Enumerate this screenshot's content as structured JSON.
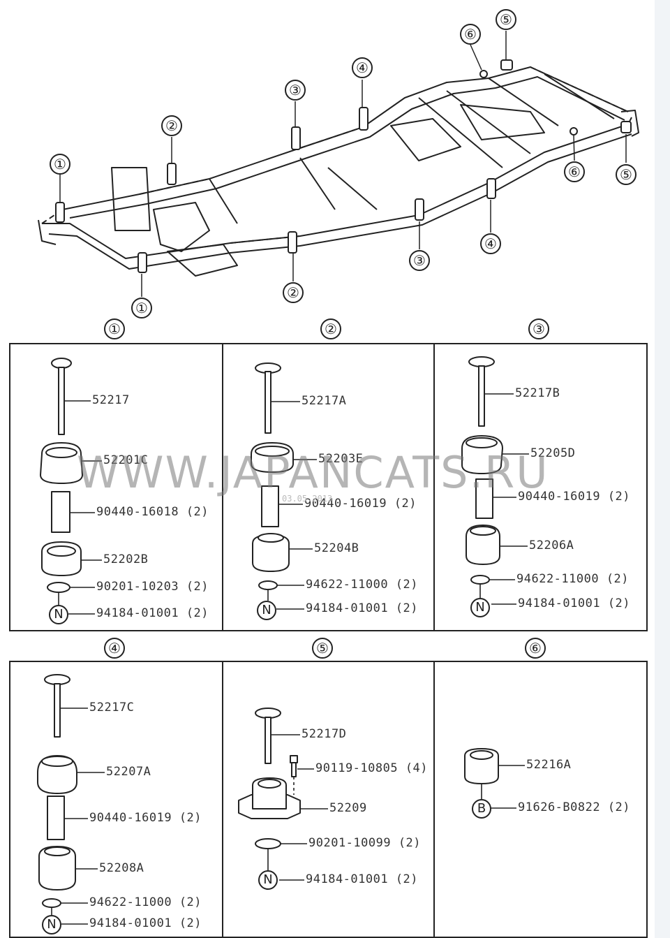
{
  "watermark": "WWW.JAPANCATS.RU",
  "watermark_small": "03.05.2013",
  "frame_callouts": [
    {
      "num": "①",
      "id": "1a"
    },
    {
      "num": "①",
      "id": "1b"
    },
    {
      "num": "②",
      "id": "2a"
    },
    {
      "num": "②",
      "id": "2b"
    },
    {
      "num": "③",
      "id": "3a"
    },
    {
      "num": "③",
      "id": "3b"
    },
    {
      "num": "④",
      "id": "4a"
    },
    {
      "num": "④",
      "id": "4b"
    },
    {
      "num": "⑤",
      "id": "5a"
    },
    {
      "num": "⑤",
      "id": "5b"
    },
    {
      "num": "⑥",
      "id": "6a"
    },
    {
      "num": "⑥",
      "id": "6b"
    }
  ],
  "panels": [
    {
      "number": "①",
      "parts": [
        "52217",
        "52201C",
        "90440-16018 (2)",
        "52202B",
        "90201-10203 (2)",
        "94184-01001 (2)"
      ],
      "letter": "N"
    },
    {
      "number": "②",
      "parts": [
        "52217A",
        "52203E",
        "90440-16019 (2)",
        "52204B",
        "94622-11000 (2)",
        "94184-01001 (2)"
      ],
      "letter": "N"
    },
    {
      "number": "③",
      "parts": [
        "52217B",
        "52205D",
        "90440-16019 (2)",
        "52206A",
        "94622-11000 (2)",
        "94184-01001 (2)"
      ],
      "letter": "N"
    },
    {
      "number": "④",
      "parts": [
        "52217C",
        "52207A",
        "90440-16019 (2)",
        "52208A",
        "94622-11000 (2)",
        "94184-01001 (2)"
      ],
      "letter": "N"
    },
    {
      "number": "⑤",
      "parts": [
        "52217D",
        "90119-10805 (4)",
        "52209",
        "90201-10099 (2)",
        "94184-01001 (2)"
      ],
      "letter": "N"
    },
    {
      "number": "⑥",
      "parts": [
        "52216A",
        "91626-B0822 (2)"
      ],
      "letter": "B"
    }
  ]
}
